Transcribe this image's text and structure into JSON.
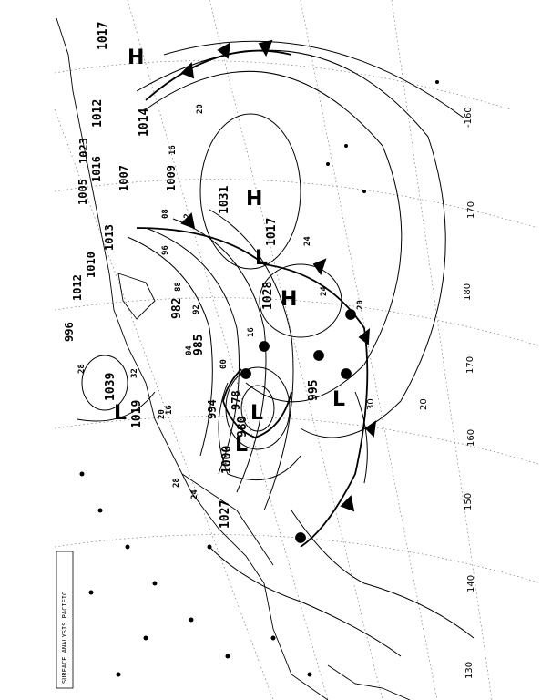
{
  "chart": {
    "meta_block": "SURFACE ANALYSIS PACIFIC",
    "centres": [
      {
        "id": "h-north",
        "letter": "H"
      },
      {
        "id": "h-east",
        "letter": "H"
      },
      {
        "id": "h-centre",
        "letter": "H"
      },
      {
        "id": "l-main",
        "letter": "L"
      },
      {
        "id": "l-south",
        "letter": "L"
      },
      {
        "id": "l-east",
        "letter": "L"
      },
      {
        "id": "l-west",
        "letter": "L"
      },
      {
        "id": "l-north",
        "letter": "L"
      }
    ],
    "pressure_labels": [
      {
        "id": "p1017n",
        "text": "1017"
      },
      {
        "id": "p1012",
        "text": "1012"
      },
      {
        "id": "p1014",
        "text": "1014"
      },
      {
        "id": "p1023",
        "text": "1023"
      },
      {
        "id": "p1016",
        "text": "1016"
      },
      {
        "id": "p1005",
        "text": "1005"
      },
      {
        "id": "p1009",
        "text": "1009"
      },
      {
        "id": "p1007",
        "text": "1007"
      },
      {
        "id": "p1013",
        "text": "1013"
      },
      {
        "id": "p1010",
        "text": "1010"
      },
      {
        "id": "p1012b",
        "text": "1012"
      },
      {
        "id": "p996",
        "text": "996"
      },
      {
        "id": "p1039",
        "text": "1039"
      },
      {
        "id": "p1019",
        "text": "1019"
      },
      {
        "id": "p982",
        "text": "982"
      },
      {
        "id": "p985",
        "text": "985"
      },
      {
        "id": "p994",
        "text": "994"
      },
      {
        "id": "p978",
        "text": "978"
      },
      {
        "id": "p980",
        "text": "980"
      },
      {
        "id": "p1000",
        "text": "1000"
      },
      {
        "id": "p1027",
        "text": "1027"
      },
      {
        "id": "p1031",
        "text": "1031"
      },
      {
        "id": "p1017c",
        "text": "1017"
      },
      {
        "id": "p1028",
        "text": "1028"
      },
      {
        "id": "p995",
        "text": "995"
      }
    ],
    "isobar_labels": [
      {
        "id": "i20a",
        "text": "20"
      },
      {
        "id": "i16a",
        "text": "16"
      },
      {
        "id": "i12",
        "text": "12"
      },
      {
        "id": "i08",
        "text": "08"
      },
      {
        "id": "i96",
        "text": "96"
      },
      {
        "id": "i88",
        "text": "88"
      },
      {
        "id": "i92",
        "text": "92"
      },
      {
        "id": "i04",
        "text": "04"
      },
      {
        "id": "i00",
        "text": "00"
      },
      {
        "id": "i16b",
        "text": "16"
      },
      {
        "id": "i24a",
        "text": "24"
      },
      {
        "id": "i24b",
        "text": "24"
      },
      {
        "id": "i20b",
        "text": "20"
      },
      {
        "id": "i28a",
        "text": "28"
      },
      {
        "id": "i32",
        "text": "32"
      },
      {
        "id": "i28b",
        "text": "28"
      },
      {
        "id": "i24c",
        "text": "24"
      },
      {
        "id": "i20c",
        "text": "20"
      },
      {
        "id": "i16c",
        "text": "16"
      }
    ],
    "meridian_labels": [
      {
        "id": "m160",
        "text": "-160"
      },
      {
        "id": "m170",
        "text": "170"
      },
      {
        "id": "m180",
        "text": "180"
      },
      {
        "id": "m170b",
        "text": "170"
      },
      {
        "id": "m160b",
        "text": "160"
      },
      {
        "id": "m150",
        "text": "150"
      },
      {
        "id": "m140",
        "text": "140"
      },
      {
        "id": "m130",
        "text": "130"
      },
      {
        "id": "m20",
        "text": "20"
      },
      {
        "id": "m30",
        "text": "30"
      }
    ]
  }
}
